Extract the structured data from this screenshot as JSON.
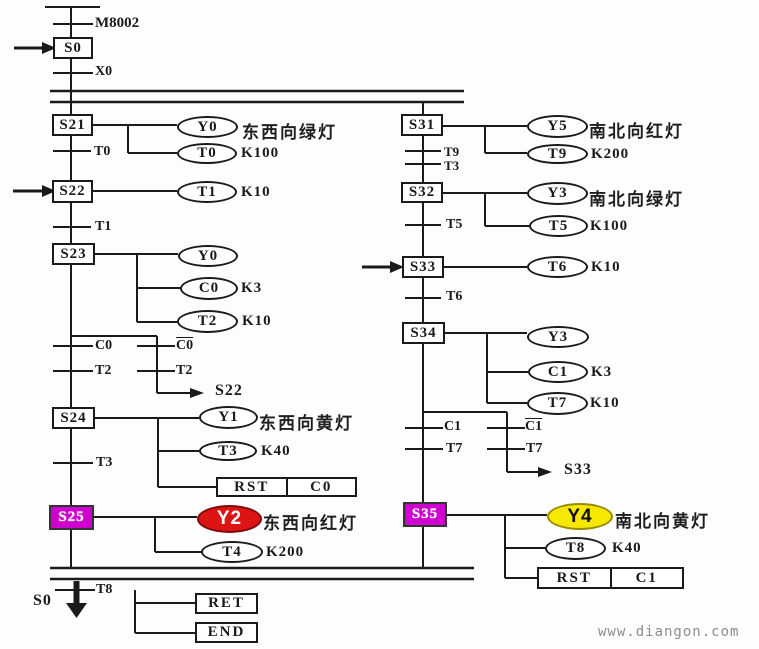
{
  "colors": {
    "active_step": "#cf00cf",
    "red_lamp": "#dc1414",
    "yellow_lamp": "#f6e800",
    "wire": "#1a1a1a"
  },
  "watermark": "www.diangon.com",
  "init": {
    "m8002": "M8002",
    "s0": "S0",
    "x0": "X0"
  },
  "left": {
    "s21": "S21",
    "s21_coil": "Y0",
    "s21_note": "东西向绿灯",
    "s21_timer": "T0",
    "s21_timer_k": "K100",
    "t0": "T0",
    "s22": "S22",
    "s22_timer": "T1",
    "s22_timer_k": "K10",
    "t1": "T1",
    "s23": "S23",
    "s23_coil": "Y0",
    "s23_counter": "C0",
    "s23_counter_k": "K3",
    "s23_timer": "T2",
    "s23_timer_k": "K10",
    "c0_left": "C0",
    "t2_left": "T2",
    "c0_right": "C0",
    "t2_right": "T2",
    "jump_s22": "S22",
    "s24": "S24",
    "s24_coil": "Y1",
    "s24_note": "东西向黄灯",
    "s24_timer": "T3",
    "s24_timer_k": "K40",
    "rst": "RST",
    "rst_target": "C0",
    "t3": "T3",
    "s25": "S25",
    "s25_coil": "Y2",
    "s25_note": "东西向红灯",
    "s25_timer": "T4",
    "s25_timer_k": "K200"
  },
  "right": {
    "s31": "S31",
    "s31_coil": "Y5",
    "s31_note": "南北向红灯",
    "s31_timer": "T9",
    "s31_timer_k": "K200",
    "t9": "T9",
    "t3": "T3",
    "s32": "S32",
    "s32_coil": "Y3",
    "s32_note": "南北向绿灯",
    "s32_timer": "T5",
    "s32_timer_k": "K100",
    "t5": "T5",
    "s33": "S33",
    "s33_timer": "T6",
    "s33_timer_k": "K10",
    "t6": "T6",
    "s34": "S34",
    "s34_coil": "Y3",
    "s34_counter": "C1",
    "s34_counter_k": "K3",
    "s34_timer": "T7",
    "s34_timer_k": "K10",
    "c1_left": "C1",
    "t7_left": "T7",
    "c1_right": "C1",
    "t7_right": "T7",
    "jump_s33": "S33",
    "s35": "S35",
    "s35_coil": "Y4",
    "s35_note": "南北向黄灯",
    "s35_timer": "T8",
    "s35_timer_k": "K40",
    "rst": "RST",
    "rst_target": "C1"
  },
  "footer": {
    "t8": "T8",
    "s0": "S0",
    "ret": "RET",
    "end": "END"
  }
}
